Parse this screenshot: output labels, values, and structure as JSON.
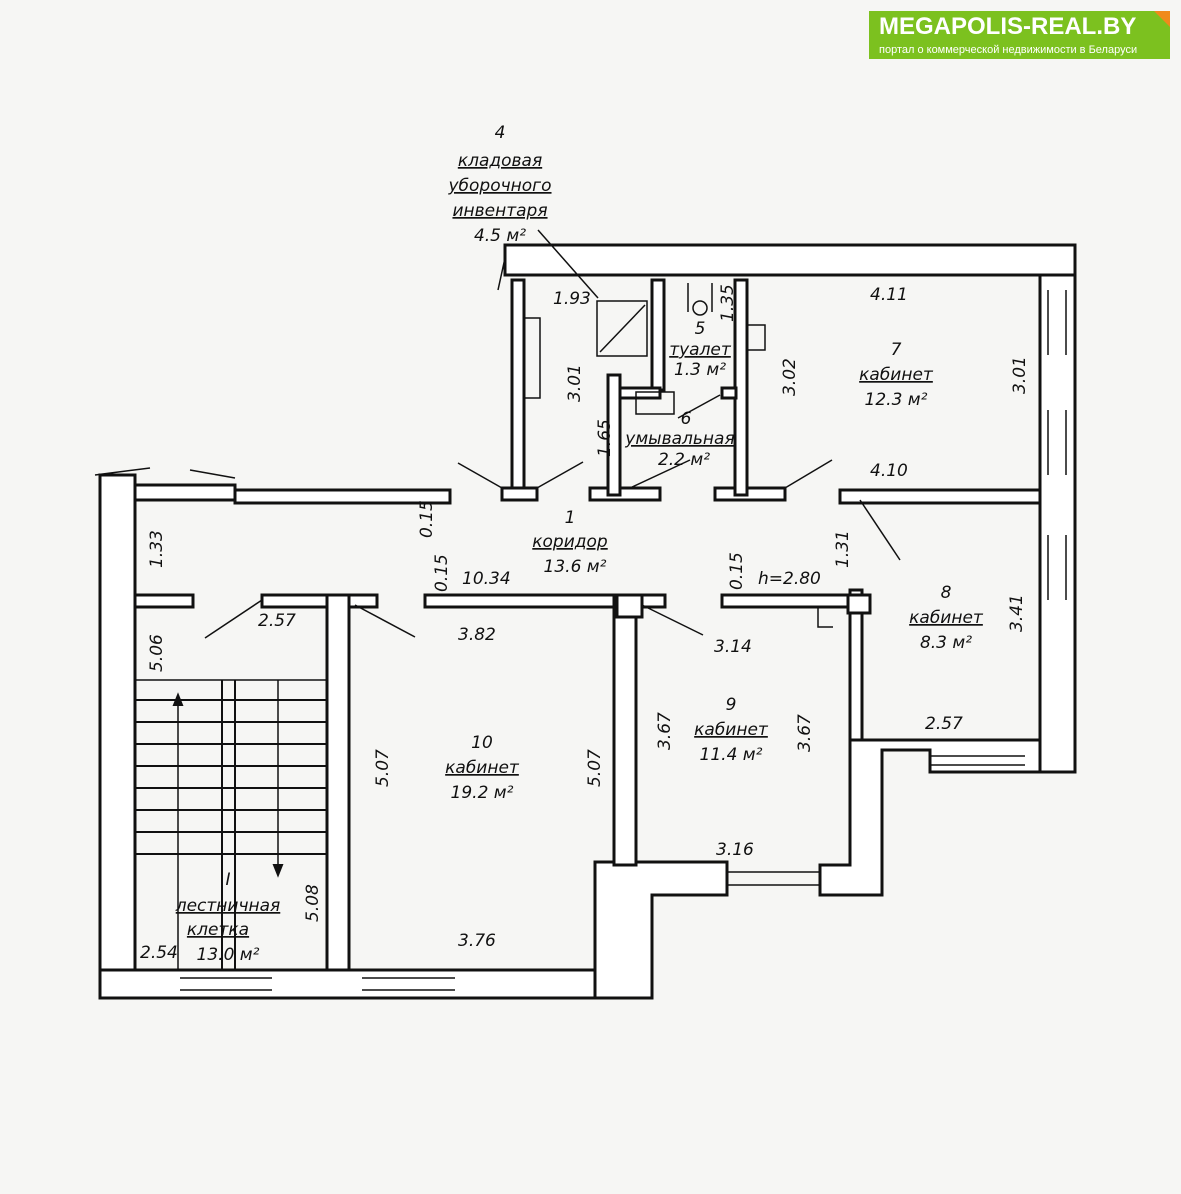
{
  "logo": {
    "title": "MEGAPOLIS-REAL.BY",
    "subtitle": "портал о коммерческой недвижимости в Беларуси",
    "color": "#7cc11f",
    "accent": "#f08a1c"
  },
  "rooms": [
    {
      "num": "1",
      "name": "коридор",
      "area": "13.6 м²"
    },
    {
      "num": "4",
      "name_lines": [
        "кладовая",
        "уборочного",
        "инвентаря"
      ],
      "area": "4.5 м²"
    },
    {
      "num": "5",
      "name": "туалет",
      "area": "1.3 м²"
    },
    {
      "num": "6",
      "name": "умывальная",
      "area": "2.2 м²"
    },
    {
      "num": "7",
      "name": "кабинет",
      "area": "12.3 м²"
    },
    {
      "num": "8",
      "name": "кабинет",
      "area": "8.3 м²"
    },
    {
      "num": "9",
      "name": "кабинет",
      "area": "11.4 м²"
    },
    {
      "num": "10",
      "name": "кабинет",
      "area": "19.2 м²"
    },
    {
      "num": "I",
      "name_lines": [
        "лестничная",
        "клетка"
      ],
      "area": "13.0 м²"
    }
  ],
  "dimensions": {
    "d193": "1.93",
    "d301a": "3.01",
    "d165": "1.65",
    "d135": "1.35",
    "d302": "3.02",
    "d411": "4.11",
    "d301b": "3.01",
    "d410": "4.10",
    "d131": "1.31",
    "d341": "3.41",
    "d015a": "0.15",
    "d015b": "0.15",
    "d015c": "0.15",
    "d1034": "10.34",
    "h": "h=2.80",
    "d133": "1.33",
    "d257a": "2.57",
    "d506": "5.06",
    "d382": "3.82",
    "d314": "3.14",
    "d367a": "3.67",
    "d367b": "3.67",
    "d507a": "5.07",
    "d507b": "5.07",
    "d257b": "2.57",
    "d316": "3.16",
    "d508": "5.08",
    "d254": "2.54",
    "d376": "3.76"
  }
}
